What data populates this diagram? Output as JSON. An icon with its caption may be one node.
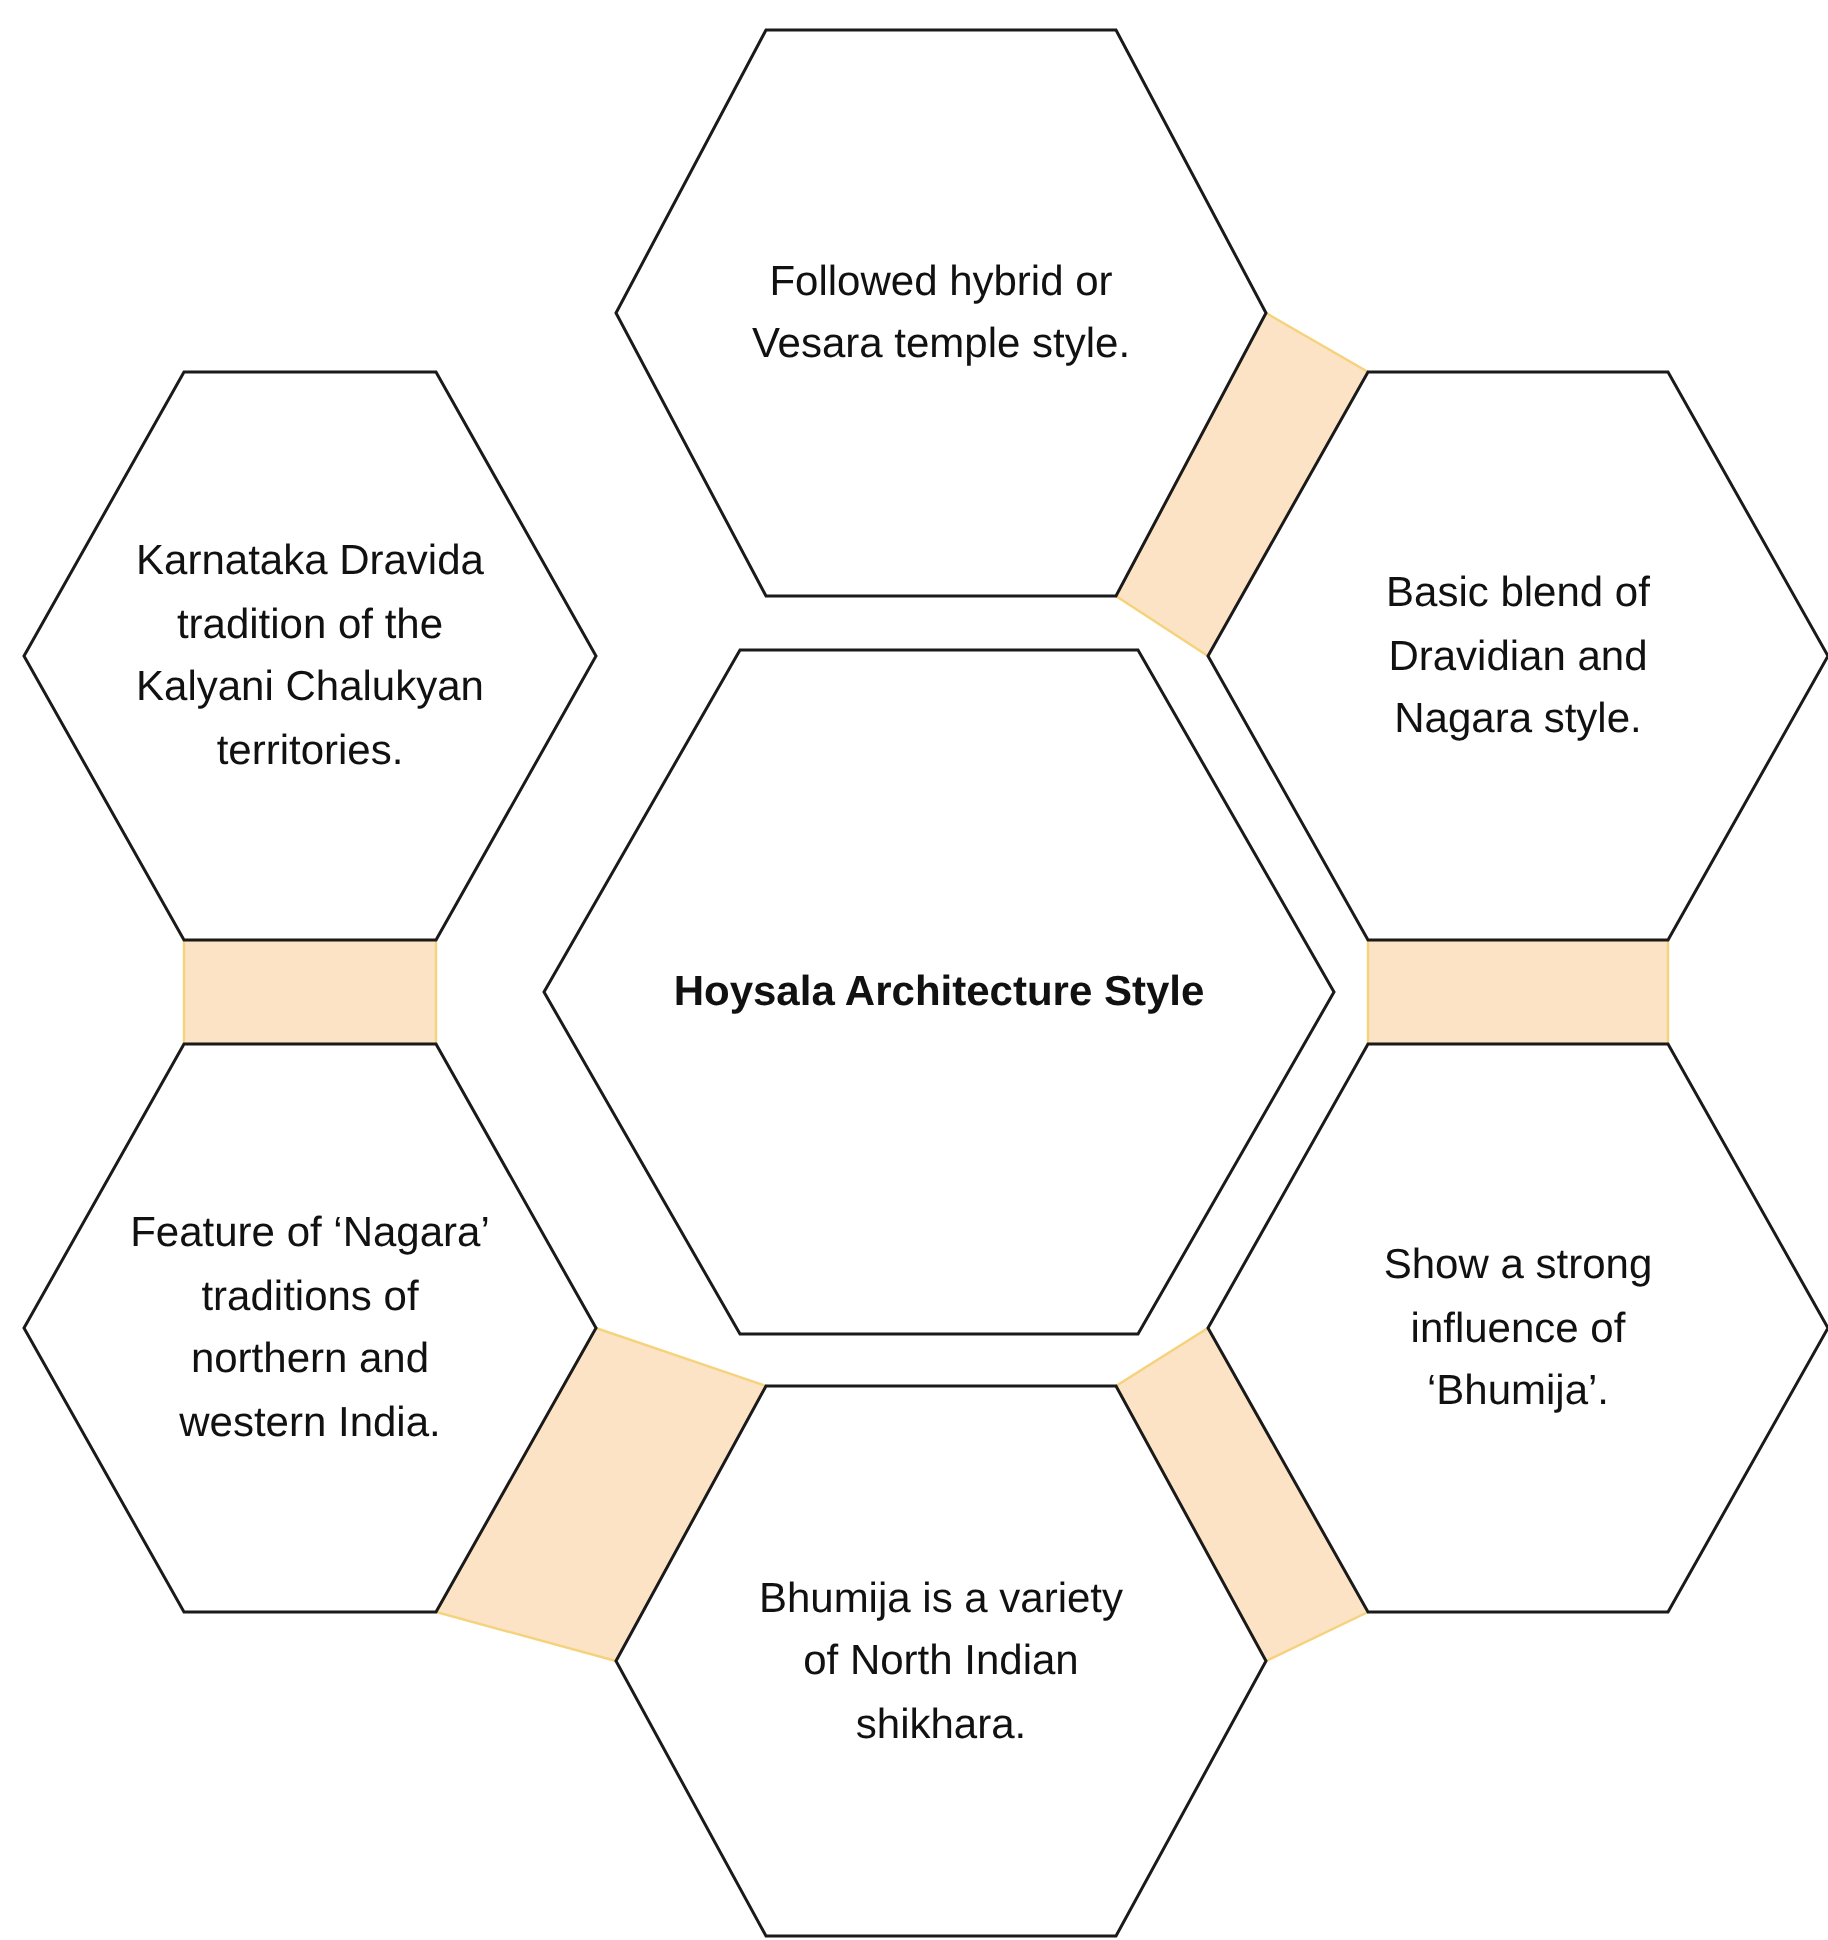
{
  "diagram": {
    "nodes": [
      {
        "text": [
          "Followed hybrid or Vesara temple style."
        ]
      },
      {
        "text": [
          "Karnataka Dravida tradition of the Kalyani Chalukyan territories."
        ]
      },
      {
        "text": [
          "Basic blend of Dravidian and Nagara style."
        ]
      },
      {
        "text": [
          "Hoysala Architecture Style"
        ]
      },
      {
        "text": [
          "Feature of ‘Nagara’ traditions of northern and western India."
        ]
      },
      {
        "text": [
          "Show a strong influence of ‘Bhumija’."
        ]
      },
      {
        "text": [
          "Bhumija is a variety of North Indian shikhara."
        ]
      }
    ],
    "edges": [
      {
        "from": 0,
        "to": 2,
        "arrow": "none"
      },
      {
        "from": 2,
        "to": 5,
        "arrow": "none"
      },
      {
        "from": 5,
        "to": 6,
        "arrow": "none"
      },
      {
        "from": 6,
        "to": 4,
        "arrow": "none"
      },
      {
        "from": 4,
        "to": 1,
        "arrow": "none"
      }
    ]
  }
}
